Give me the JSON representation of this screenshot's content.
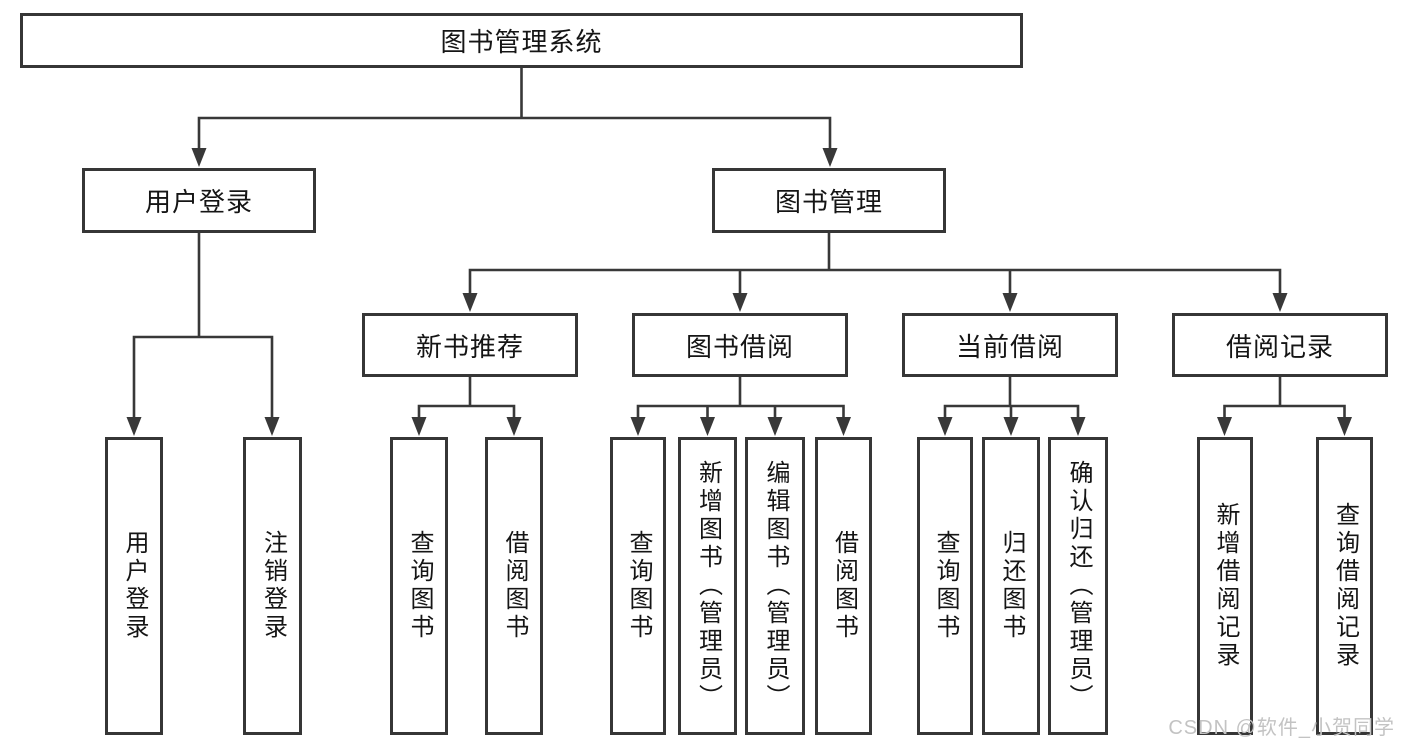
{
  "colors": {
    "line": "#383838",
    "box_border": "#363636",
    "text": "#151515",
    "watermark": "#c3c3c3",
    "background": "#ffffff"
  },
  "tree": {
    "root": {
      "label": "图书管理系统"
    },
    "branches": [
      {
        "label": "用户登录",
        "children": [
          {
            "label": "用户登录"
          },
          {
            "label": "注销登录"
          }
        ]
      },
      {
        "label": "图书管理",
        "groups": [
          {
            "label": "新书推荐",
            "children": [
              {
                "label": "查询图书"
              },
              {
                "label": "借阅图书"
              }
            ]
          },
          {
            "label": "图书借阅",
            "children": [
              {
                "label": "查询图书"
              },
              {
                "label": "新增图书（管理员）"
              },
              {
                "label": "编辑图书（管理员）"
              },
              {
                "label": "借阅图书"
              }
            ]
          },
          {
            "label": "当前借阅",
            "children": [
              {
                "label": "查询图书"
              },
              {
                "label": "归还图书"
              },
              {
                "label": "确认归还（管理员）"
              }
            ]
          },
          {
            "label": "借阅记录",
            "children": [
              {
                "label": "新增借阅记录"
              },
              {
                "label": "查询借阅记录"
              }
            ]
          }
        ]
      }
    ]
  },
  "watermark": {
    "text": "CSDN @软件_小贺同学"
  }
}
